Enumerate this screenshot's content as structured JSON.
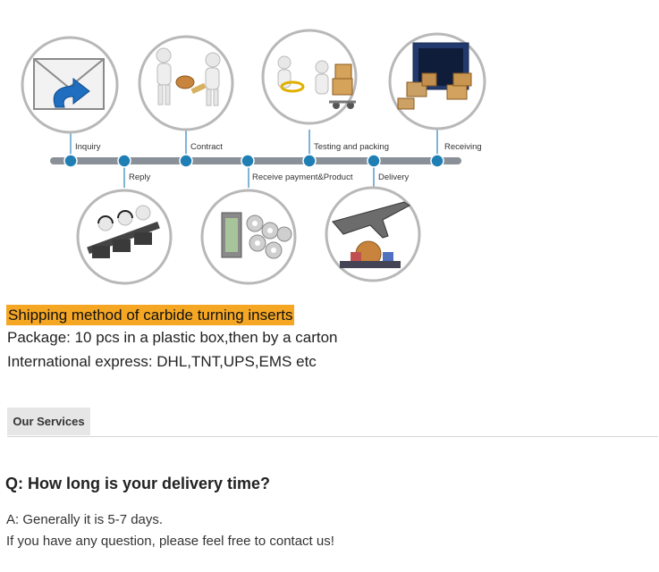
{
  "process": {
    "steps": {
      "inquiry": "Inquiry",
      "reply": "Reply",
      "contract": "Contract",
      "receive_payment": "Receive payment&Product",
      "testing": "Testing and packing",
      "delivery": "Delivery",
      "receiving": "Receiving"
    }
  },
  "shipping": {
    "title": "Shipping method of carbide turning inserts",
    "package": "Package: 10 pcs in a plastic box,then by a carton",
    "express": "International express: DHL,TNT,UPS,EMS etc"
  },
  "services_tab": {
    "label": "Our Services"
  },
  "faq": {
    "question": "Q: How long is your delivery time?",
    "answer": "A: Generally it is 5-7 days.",
    "followup": "If you have any question, please feel free to contact us!"
  },
  "colors": {
    "timeline_dot": "#1f7fb4",
    "timeline_bar": "#8a9098",
    "highlight": "#f5a623"
  }
}
